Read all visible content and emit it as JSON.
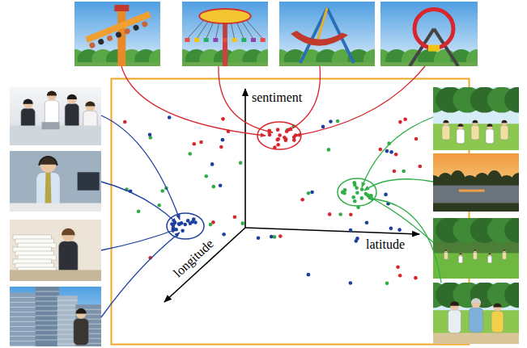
{
  "diagram": {
    "labels": [
      "sentiment",
      "latitude",
      "longitude"
    ]
  }
}
